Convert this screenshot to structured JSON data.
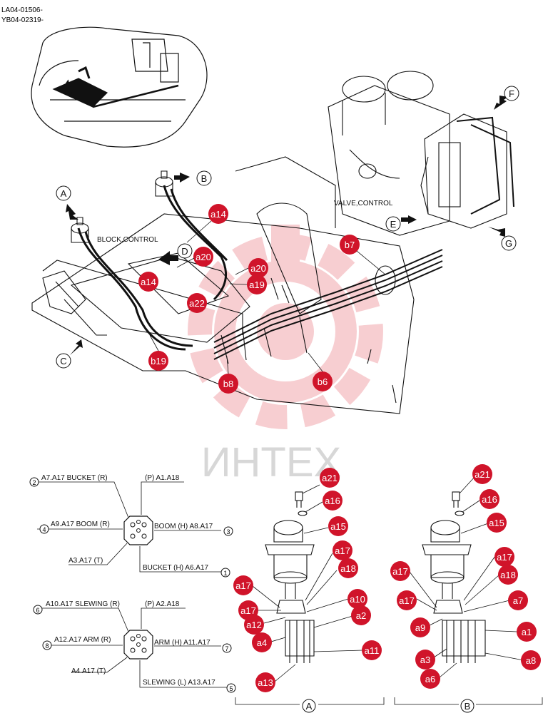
{
  "header": {
    "line1": "LA04-01506-",
    "line2": "YB04-02319-"
  },
  "watermark": {
    "text": "ИНТЕХ"
  },
  "view_letters": [
    {
      "id": "A"
    },
    {
      "id": "B"
    },
    {
      "id": "C"
    },
    {
      "id": "D"
    },
    {
      "id": "E"
    },
    {
      "id": "F"
    },
    {
      "id": "G"
    }
  ],
  "component_labels": {
    "block_control": "BLOCK,CONTROL",
    "valve_control": "VALVE,CONTROL"
  },
  "callouts_top": [
    "a14",
    "a20",
    "a14",
    "a22",
    "a20",
    "a19",
    "b19",
    "b8",
    "b6",
    "b7"
  ],
  "port_diagram_1": {
    "ports": [
      {
        "num": "2",
        "label": "A7.A17 BUCKET (R)"
      },
      {
        "num": "",
        "label": "(P) A1.A18"
      },
      {
        "num": "4",
        "label": "A9.A17 BOOM (R)"
      },
      {
        "num": "3",
        "label": "BOOM (H) A8.A17"
      },
      {
        "num": "",
        "label": "A3.A17 (T)"
      },
      {
        "num": "1",
        "label": "BUCKET (H) A6.A17"
      }
    ]
  },
  "port_diagram_2": {
    "ports": [
      {
        "num": "6",
        "label": "A10.A17 SLEWING (R)"
      },
      {
        "num": "",
        "label": "(P) A2.A18"
      },
      {
        "num": "8",
        "label": "A12.A17 ARM (R)"
      },
      {
        "num": "7",
        "label": "ARM (H) A11.A17"
      },
      {
        "num": "",
        "label": "A4.A17 (T)"
      },
      {
        "num": "5",
        "label": "SLEWING (L) A13.A17"
      }
    ]
  },
  "detail_A": {
    "letter": "A",
    "callouts": [
      "a21",
      "a16",
      "a15",
      "a17",
      "a18",
      "a17",
      "a17",
      "a10",
      "a12",
      "a2",
      "a4",
      "a11",
      "a13"
    ]
  },
  "detail_B": {
    "letter": "B",
    "callouts": [
      "a21",
      "a16",
      "a15",
      "a17",
      "a18",
      "a17",
      "a17",
      "a7",
      "a9",
      "a1",
      "a3",
      "a8",
      "a6"
    ]
  },
  "colors": {
    "callout_fill": "#d0142a",
    "watermark": "#f2a7ad",
    "line": "#111111"
  }
}
